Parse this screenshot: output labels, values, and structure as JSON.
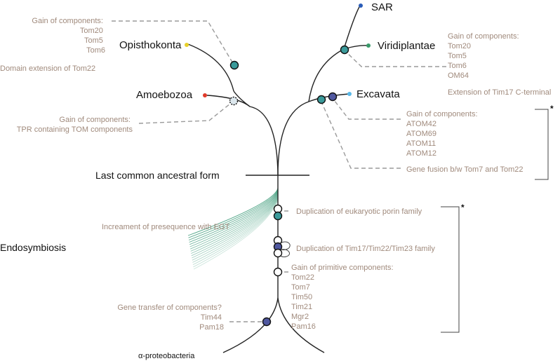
{
  "colors": {
    "annotation_text": "#a08a7c",
    "teal_marker": "#3a9a9a",
    "navy_marker": "#5058a0",
    "sar_dot": "#2a5cb8",
    "viridiplantae_dot": "#3a9a6a",
    "opisthokonta_dot": "#e8d02a",
    "amoebozoa_dot": "#e03a2a",
    "excavata_dot": "#5ab8e8",
    "egt_fan": "#3a9a78"
  },
  "clades": {
    "sar": "SAR",
    "viridiplantae": "Viridiplantae",
    "opisthokonta": "Opisthokonta",
    "amoebozoa": "Amoebozoa",
    "excavata": "Excavata"
  },
  "labels": {
    "lca": "Last common ancestral form",
    "endosymbiosis": "Endosymbiosis",
    "alphaproteo": "α-proteobacteria",
    "star_top": "*",
    "star_bottom": "*"
  },
  "annotations": {
    "opistho_gain": [
      "Gain of components:",
      "Tom20",
      "Tom5",
      "Tom6"
    ],
    "opistho_domain": "Domain extension of Tom22",
    "viridi_gain": [
      "Gain of components:",
      "Tom20",
      "Tom5",
      "Tom6",
      "OM64"
    ],
    "amoebo_gain": [
      "Gain of components:",
      "TPR containing TOM components"
    ],
    "excavata_ext": "Extension of Tim17 C-terminal",
    "excavata_gain": [
      "Gain of components:",
      "ATOM42",
      "ATOM69",
      "ATOM11",
      "ATOM12"
    ],
    "gene_fusion": "Gene fusion b/w Tom7 and Tom22",
    "porin": "Duplication of eukaryotic porin family",
    "presequence": "Increament of presequence with EGT",
    "tim_family": "Duplication of Tim17/Tim22/Tim23 family",
    "primitive": [
      "Gain of primitive components:",
      "Tom22",
      "Tom7",
      "Tim50",
      "Tim21",
      "Mgr2",
      "Pam16"
    ],
    "gene_transfer": [
      "Gene transfer of components?",
      "Tim44",
      "Pam18"
    ]
  }
}
